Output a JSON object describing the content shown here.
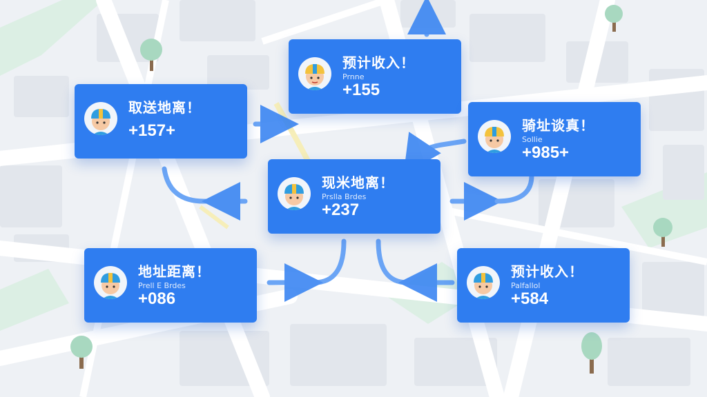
{
  "colors": {
    "card_bg": "#2f7df0",
    "arrow": "#3b86f2",
    "map_bg": "#eef1f5",
    "road": "#ffffff",
    "park": "#dcefe4",
    "block": "#e2e6ec",
    "highlight_road": "#f6eeb9"
  },
  "cards": [
    {
      "title": "取送地离！",
      "subtitle": "",
      "amount": "+157+",
      "avatar": "rider-avatar-blue-helmet"
    },
    {
      "title": "预计收入！",
      "subtitle": "Prnne",
      "amount": "+155",
      "avatar": "rider-avatar-yellow-helmet"
    },
    {
      "title": "骑址谈真！",
      "subtitle": "Sollie",
      "amount": "+985+",
      "avatar": "rider-avatar-yellow-helmet"
    },
    {
      "title": "现米地离！",
      "subtitle": "Prslla Brdes",
      "amount": "+237",
      "avatar": "rider-avatar-blue-helmet"
    },
    {
      "title": "地址距离！",
      "subtitle": "Prell E Brdes",
      "amount": "+086",
      "avatar": "rider-avatar-blue-helmet"
    },
    {
      "title": "预计收入！",
      "subtitle": "Palfallol",
      "amount": "+584",
      "avatar": "rider-avatar-blue-helmet"
    }
  ]
}
